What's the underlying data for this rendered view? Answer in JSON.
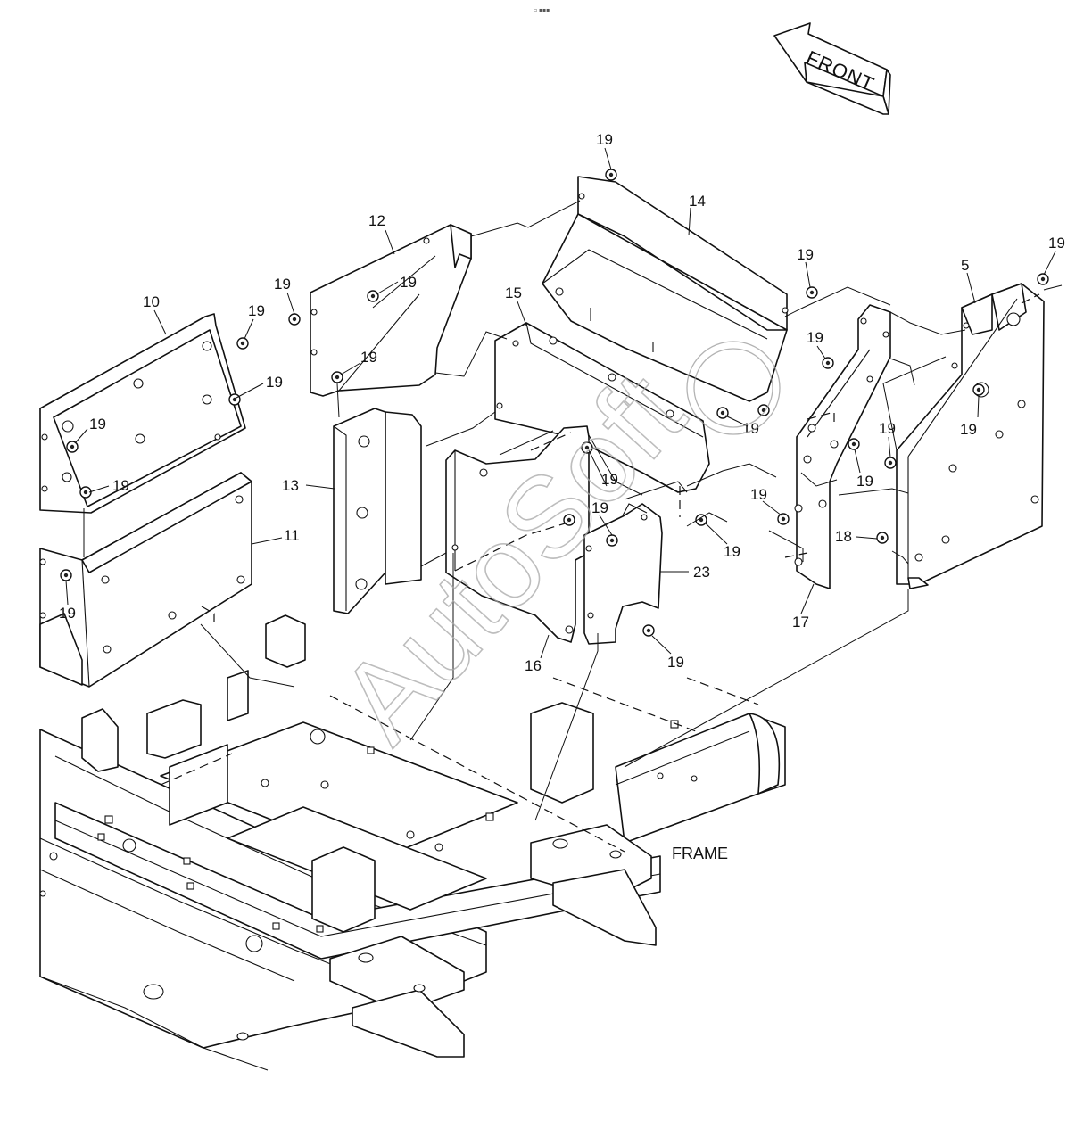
{
  "header": {
    "marker": "▫ ▪▪▪"
  },
  "front_arrow": {
    "label": "FRONT"
  },
  "frame_label": "FRAME",
  "watermark": "AutoSoft",
  "callouts": [
    {
      "id": "c19a",
      "text": "19"
    },
    {
      "id": "c14",
      "text": "14"
    },
    {
      "id": "c12",
      "text": "12"
    },
    {
      "id": "c19b",
      "text": "19"
    },
    {
      "id": "c19c",
      "text": "19"
    },
    {
      "id": "c19d",
      "text": "19"
    },
    {
      "id": "c5",
      "text": "5"
    },
    {
      "id": "c19e",
      "text": "19"
    },
    {
      "id": "c15",
      "text": "15"
    },
    {
      "id": "c10",
      "text": "10"
    },
    {
      "id": "c19f",
      "text": "19"
    },
    {
      "id": "c19g",
      "text": "19"
    },
    {
      "id": "c19h",
      "text": "19"
    },
    {
      "id": "c19i",
      "text": "19"
    },
    {
      "id": "c19j",
      "text": "19"
    },
    {
      "id": "c19k",
      "text": "19"
    },
    {
      "id": "c19l",
      "text": "19"
    },
    {
      "id": "c13",
      "text": "13"
    },
    {
      "id": "c19m",
      "text": "19"
    },
    {
      "id": "c19n",
      "text": "19"
    },
    {
      "id": "c19o",
      "text": "19"
    },
    {
      "id": "c19p",
      "text": "19"
    },
    {
      "id": "c19q",
      "text": "19"
    },
    {
      "id": "c11",
      "text": "11"
    },
    {
      "id": "c19r",
      "text": "19"
    },
    {
      "id": "c23",
      "text": "23"
    },
    {
      "id": "c18",
      "text": "18"
    },
    {
      "id": "c19s",
      "text": "19"
    },
    {
      "id": "c19t",
      "text": "19"
    },
    {
      "id": "c17",
      "text": "17"
    },
    {
      "id": "c16",
      "text": "16"
    },
    {
      "id": "c19u",
      "text": "19"
    }
  ]
}
